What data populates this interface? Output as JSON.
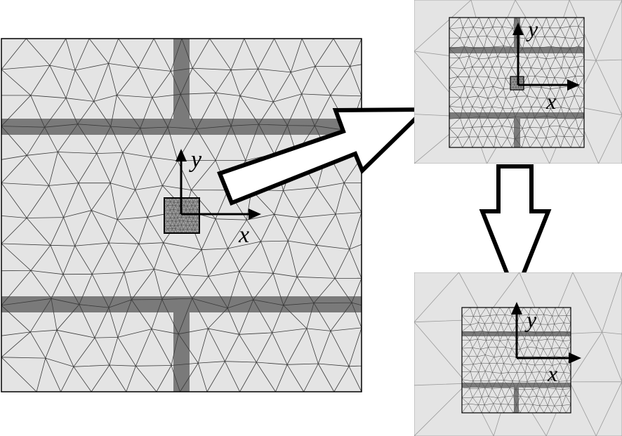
{
  "colors": {
    "background": "#ffffff",
    "domain_fill": "#e4e4e4",
    "mesh_line": "#3a3a3a",
    "fiber_fill": "#7a7a7a",
    "zoom_arrow_fill": "#ffffff",
    "axis": "#000000"
  },
  "icons": {
    "zoom_arrow_right": "zoom-arrow-right-icon",
    "zoom_arrow_down": "zoom-arrow-down-icon",
    "coordinate_axes": "coordinate-axes-icon"
  },
  "panels": {
    "large": {
      "axis_x": "x",
      "axis_y": "y"
    },
    "zoom1": {
      "axis_x": "x",
      "axis_y": "y"
    },
    "zoom2": {
      "axis_x": "x",
      "axis_y": "y"
    }
  }
}
